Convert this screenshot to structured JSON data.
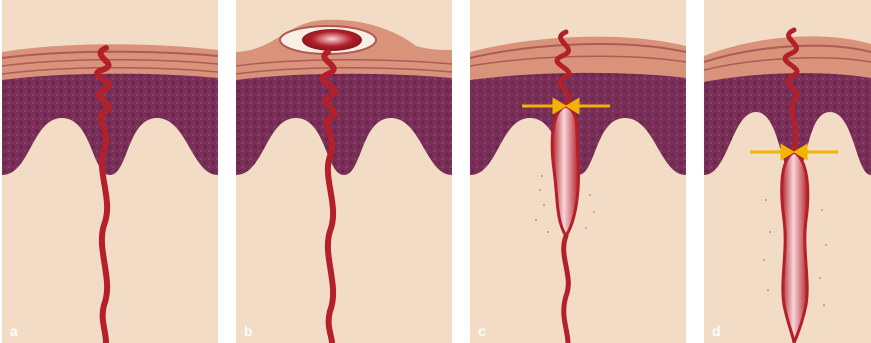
{
  "figure": {
    "panels": [
      {
        "label": "a"
      },
      {
        "label": "b"
      },
      {
        "label": "c"
      },
      {
        "label": "d"
      }
    ]
  },
  "colors": {
    "background": "#ffffff",
    "epidermis_surface": "#d8937a",
    "epidermis_dark": "#b05a56",
    "dermis_papillae": "#7a2f58",
    "dermis_lower": "#f2dcc6",
    "duct": "#b3202a",
    "duct_highlight": "#f7d6da",
    "arrow": "#f2b400"
  },
  "icons": [
    "sweat-duct",
    "blister",
    "constriction-arrows"
  ]
}
